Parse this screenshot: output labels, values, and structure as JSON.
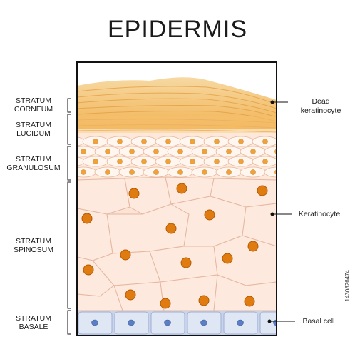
{
  "title": "EPIDERMIS",
  "layers": [
    {
      "line1": "STRATUM",
      "line2": "CORNEUM"
    },
    {
      "line1": "STRATUM",
      "line2": "LUCIDUM"
    },
    {
      "line1": "STRATUM",
      "line2": "GRANULOSUM"
    },
    {
      "line1": "STRATUM",
      "line2": "SPINOSUM"
    },
    {
      "line1": "STRATUM",
      "line2": "BASALE"
    }
  ],
  "callouts": {
    "dead": {
      "line1": "Dead",
      "line2": "keratinocyte"
    },
    "keratinocyte": "Keratinocyte",
    "basal": "Basal cell"
  },
  "watermark": "1430826474",
  "colors": {
    "corneum": "#f4c87a",
    "corneum_dark": "#e8a850",
    "granulosum": "#fdeee2",
    "spinosum": "#fbe0d2",
    "cell_outline": "#e6b79f",
    "nucleus": "#e07b10",
    "basal_cell": "#dfe6f4",
    "basal_nucleus": "#5b7ec4"
  }
}
